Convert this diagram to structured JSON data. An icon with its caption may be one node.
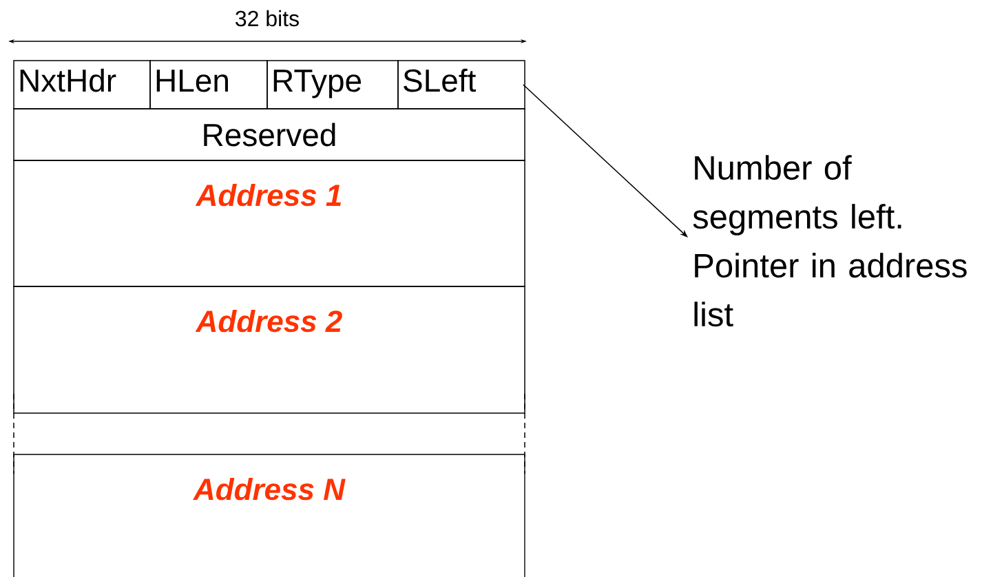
{
  "diagram": {
    "nodes": [
      {
        "text": [
          "NxtHdr"
        ]
      },
      {
        "text": [
          "HLen"
        ]
      },
      {
        "text": [
          "RType"
        ]
      },
      {
        "text": [
          "SLeft"
        ]
      },
      {
        "text": [
          "Reserved"
        ]
      },
      {
        "text": [
          "Address 1"
        ]
      },
      {
        "text": [
          "Address 2"
        ]
      },
      {
        "text": [
          "Address N"
        ]
      },
      {
        "text": [
          "Number of segments left. Pointer in address list"
        ]
      }
    ],
    "edges": [
      {
        "from": 3,
        "to": 8,
        "arrow": "to"
      }
    ],
    "labels": [
      "32 bits"
    ]
  }
}
